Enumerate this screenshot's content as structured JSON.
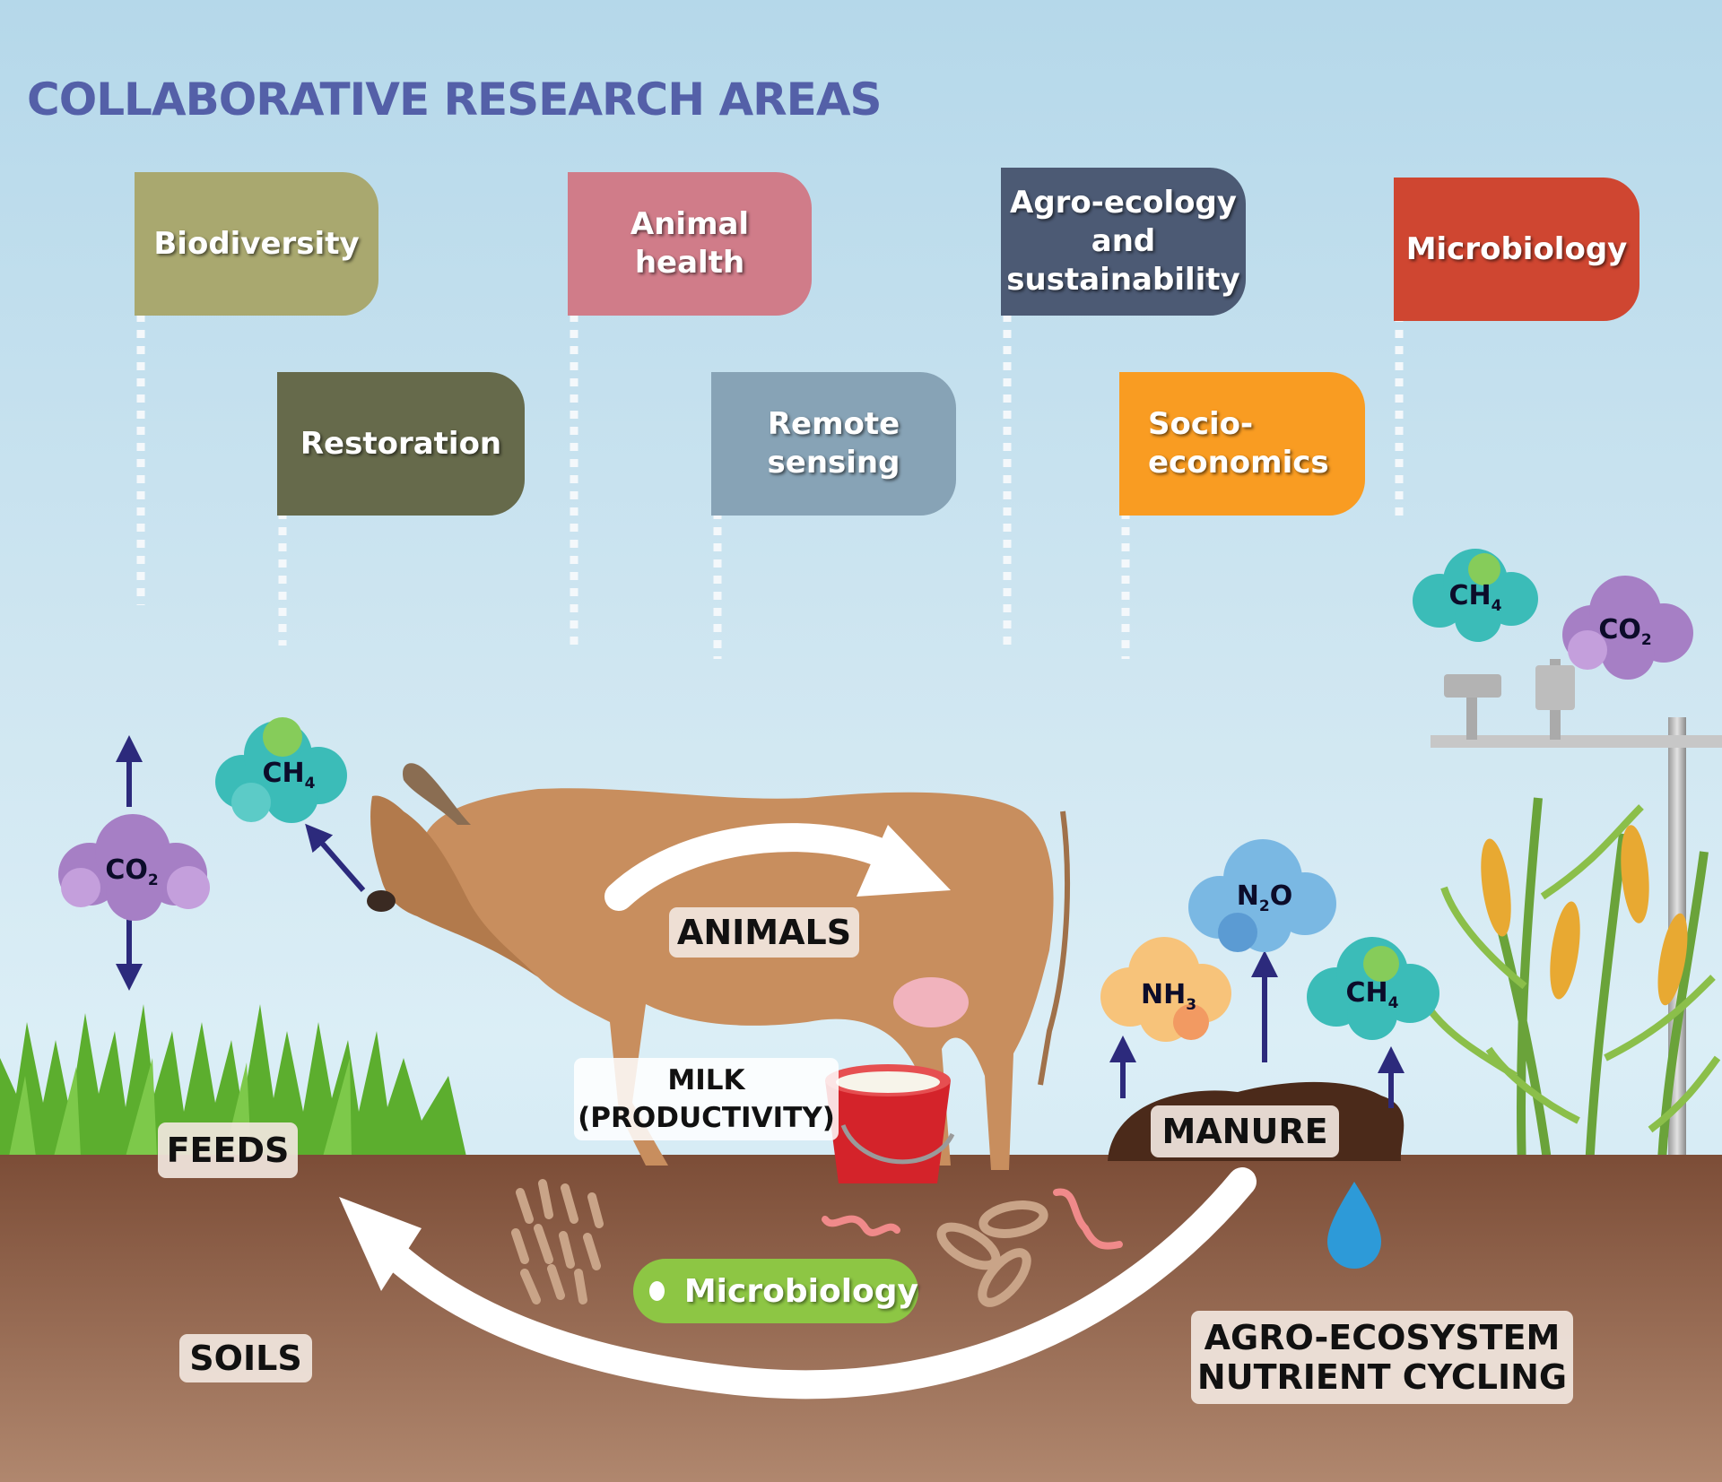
{
  "title": "COLLABORATIVE RESEARCH AREAS",
  "research_areas": [
    {
      "label": "Biodiversity",
      "color": "#a9a86f"
    },
    {
      "label": "Animal\nhealth",
      "color": "#d07c89"
    },
    {
      "label": "Agro-ecology\nand\nsustainability",
      "color": "#4c5a74"
    },
    {
      "label": "Microbiology",
      "color": "#cf4631"
    },
    {
      "label": "Restoration",
      "color": "#666a4b"
    },
    {
      "label": "Remote\nsensing",
      "color": "#87a3b6"
    },
    {
      "label": "Socio-\neconomics",
      "color": "#f99c22"
    }
  ],
  "gases": {
    "left_ch4": {
      "base": "CH",
      "sub": "4"
    },
    "left_co2": {
      "base": "CO",
      "sub": "2"
    },
    "manure_nh3": {
      "base": "NH",
      "sub": "3"
    },
    "manure_n2o": {
      "base": "N",
      "sub": "2",
      "tail": "O"
    },
    "manure_ch4": {
      "base": "CH",
      "sub": "4"
    },
    "station_ch4": {
      "base": "CH",
      "sub": "4"
    },
    "station_co2": {
      "base": "CO",
      "sub": "2"
    }
  },
  "labels": {
    "animals": "ANIMALS",
    "milk": "MILK\n(PRODUCTIVITY)",
    "feeds": "FEEDS",
    "manure": "MANURE",
    "soils": "SOILS",
    "microbiology": "Microbiology",
    "cycling": "AGRO-ECOSYSTEM\nNUTRIENT CYCLING"
  },
  "colors": {
    "sky": "#b5d8ea",
    "soil": "#8a5a44",
    "title": "#5460a8",
    "arrow": "#2c2a7c",
    "grass": "#5cae2e",
    "cow": "#c88e5e",
    "bucket": "#d4232a"
  }
}
